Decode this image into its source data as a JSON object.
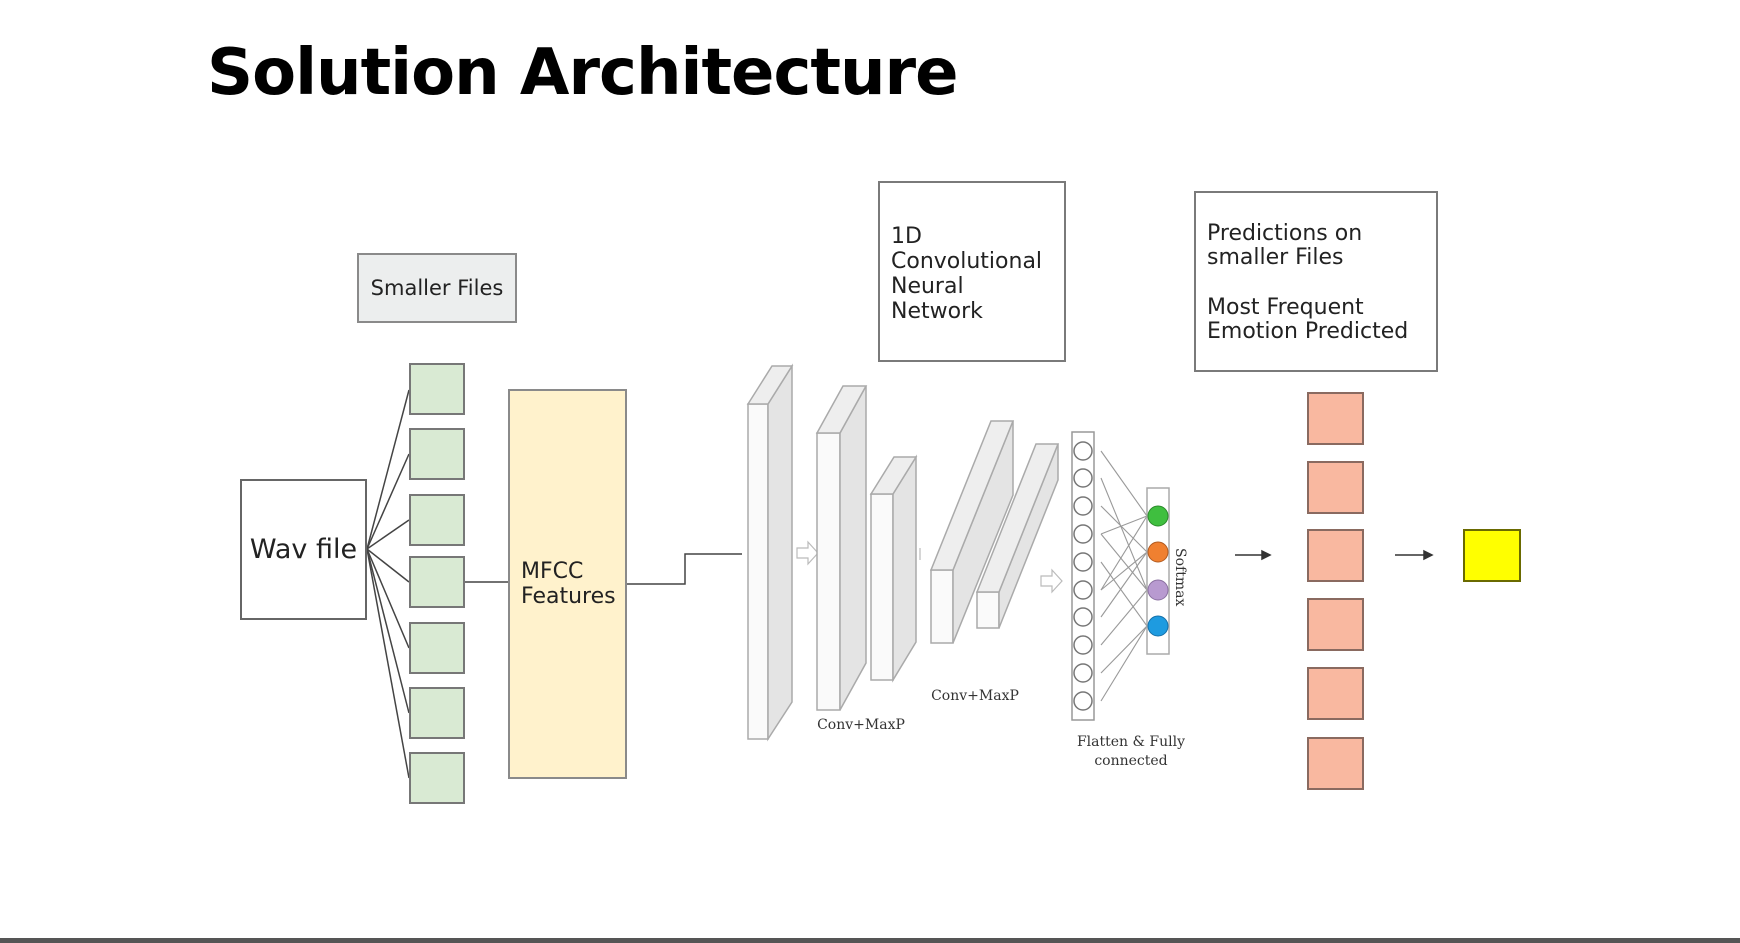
{
  "slide": {
    "title": "Solution Architecture"
  },
  "boxes": {
    "smaller_files": "Smaller Files",
    "cnn": "1D\nConvolutional\nNeural\nNetwork",
    "predictions_line1": "Predictions on smaller Files",
    "predictions_line2": "Most Frequent Emotion Predicted",
    "wav_file": "Wav file",
    "mfcc": "MFCC\nFeatures"
  },
  "cnn_labels": {
    "conv1": "Conv+MaxP",
    "conv2": "Conv+MaxP",
    "flatten_line1": "Flatten & Fully",
    "flatten_line2": "connected",
    "softmax": "Softmax"
  },
  "colors": {
    "segment_fill": "#d9ead3",
    "mfcc_fill": "#fff2cc",
    "prediction_fill": "#f9b8a0",
    "final_fill": "#ffff00",
    "softmax_green": "#3fbf3f",
    "softmax_orange": "#f08030",
    "softmax_purple": "#b89ad0",
    "softmax_blue": "#1e9be0"
  }
}
